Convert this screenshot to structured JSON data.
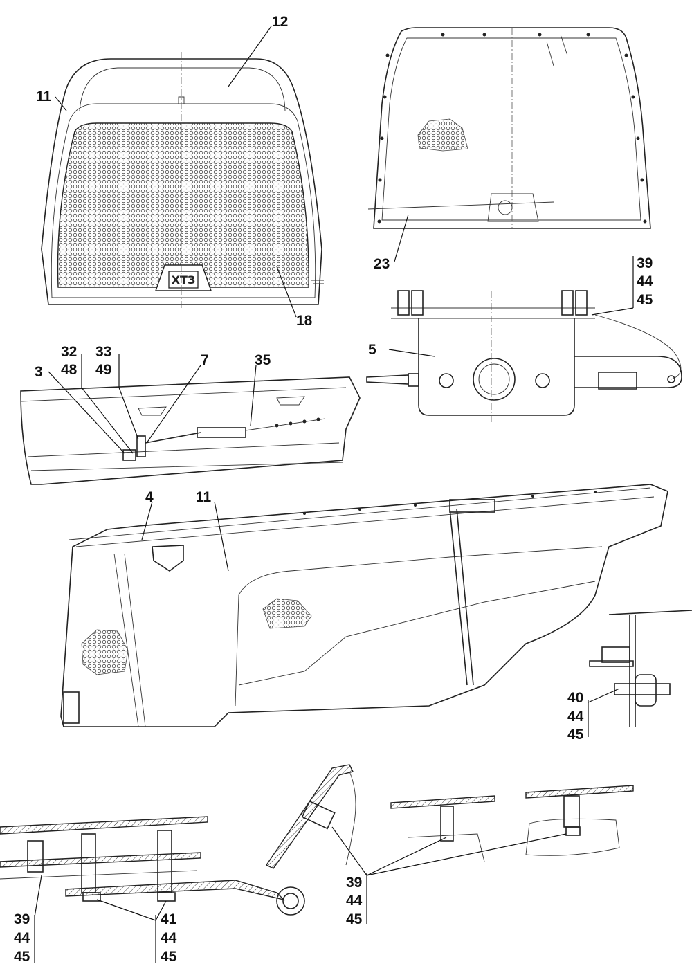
{
  "views": {
    "front_view": {
      "labels": [
        "12",
        "11",
        "18"
      ],
      "logo_text": "ХТЗ"
    },
    "rear_view": {
      "labels": [
        "23"
      ]
    },
    "bracket_detail": {
      "labels": [
        "5"
      ],
      "callout": [
        "39",
        "44",
        "45"
      ]
    },
    "side_detail": {
      "labels": [
        "3",
        "7",
        "35"
      ],
      "callout_a": [
        "32",
        "48"
      ],
      "callout_b": [
        "33",
        "49"
      ]
    },
    "side_view": {
      "labels": [
        "4",
        "11"
      ]
    },
    "mount_detail": {
      "callout": [
        "40",
        "44",
        "45"
      ]
    },
    "section_left": {
      "callout_a": [
        "39",
        "44",
        "45"
      ],
      "callout_b": [
        "41",
        "44",
        "45"
      ]
    },
    "section_right": {
      "callout": [
        "39",
        "44",
        "45"
      ]
    }
  }
}
